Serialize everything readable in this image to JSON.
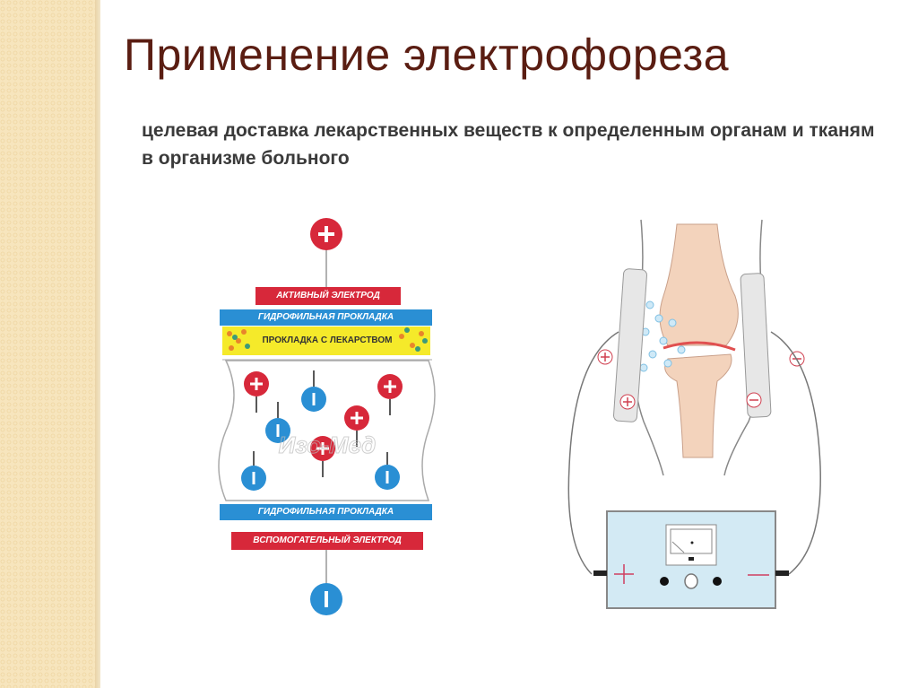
{
  "slide": {
    "title": "Применение электрофореза",
    "subtitle": "целевая доставка лекарственных веществ к определенным органам и тканям в организме больного"
  },
  "diagram": {
    "active_electrode": "АКТИВНЫЙ ЭЛЕКТРОД",
    "hydrophilic_pad_top": "ГИДРОФИЛЬНАЯ ПРОКЛАДКА",
    "drug_pad": "ПРОКЛАДКА С ЛЕКАРСТВОМ",
    "hydrophilic_pad_bottom": "ГИДРОФИЛЬНАЯ ПРОКЛАДКА",
    "auxiliary_electrode": "ВСПОМОГАТЕЛЬНЫЙ ЭЛЕКТРОД",
    "watermark": "Изо-Мед",
    "colors": {
      "red": "#d7283a",
      "blue": "#2a8fd4",
      "yellow": "#f5ea2a"
    }
  }
}
